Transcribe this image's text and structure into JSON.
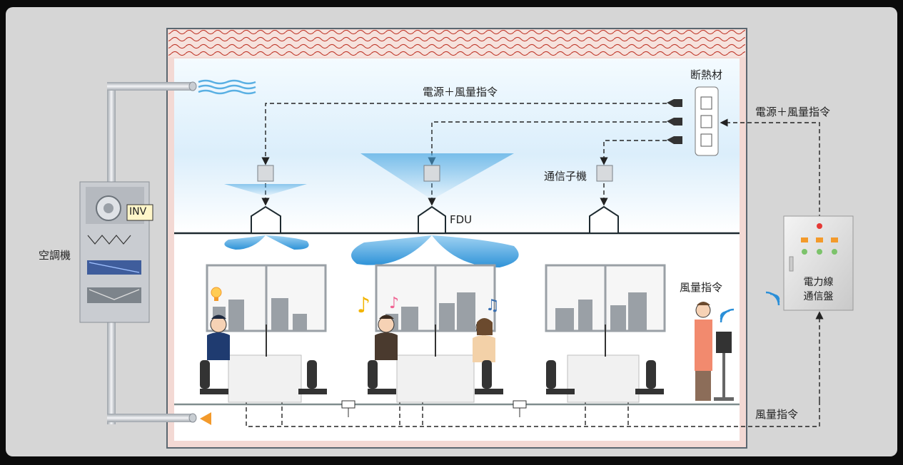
{
  "labels": {
    "power_airflow_top": "電源＋風量指令",
    "power_airflow_right": "電源＋風量指令",
    "insulation": "断熱材",
    "comm_unit": "通信子機",
    "fdu": "FDU",
    "ahu": "空調機",
    "inv": "INV",
    "airflow_cmd_mid": "風量指令",
    "airflow_cmd_bottom": "風量指令",
    "panel_line1": "電力線",
    "panel_line2": "通信盤"
  },
  "colors": {
    "background": "#0b0b0b",
    "panel": "#d9d9d9",
    "ceiling_sky": "#dbeefb",
    "airflow_blue": "#5ab0e3",
    "wall_pink": "#f3d9d4",
    "duct_gray": "#b8bcc2",
    "return_arrow": "#f39a2b",
    "panel_red": "#e53935",
    "panel_orange": "#f39a2b",
    "panel_green": "#7cc36b"
  },
  "icons": [
    "lightbulb-icon",
    "music-note-icon",
    "wifi-signal-icon",
    "plug-icon",
    "fan-icon"
  ]
}
